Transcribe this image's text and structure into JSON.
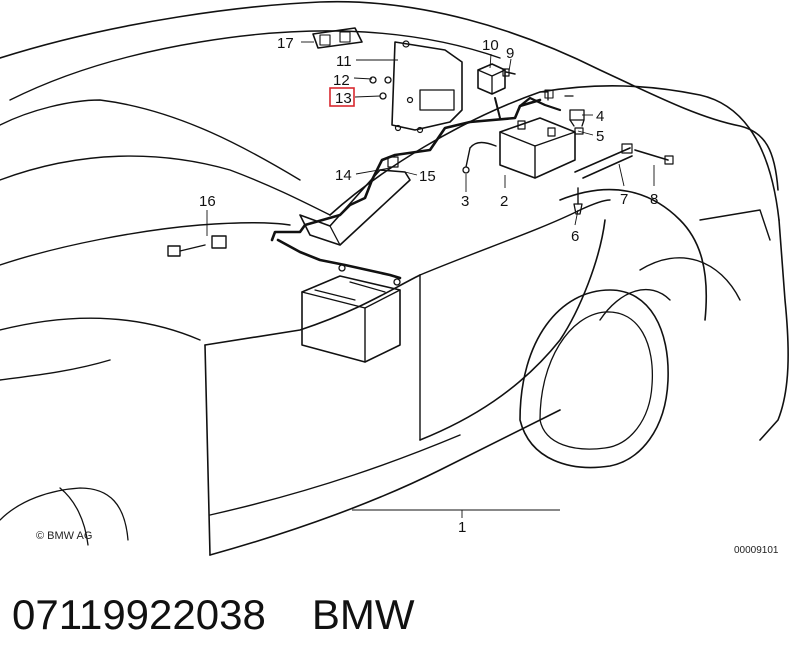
{
  "diagram": {
    "callouts": [
      "1",
      "2",
      "3",
      "4",
      "5",
      "6",
      "7",
      "8",
      "9",
      "10",
      "11",
      "12",
      "13",
      "14",
      "15",
      "16",
      "17"
    ],
    "highlighted_callout": "13",
    "highlight_color": "#d9282f",
    "copyright": "© BMW AG",
    "diagram_number": "00009101"
  },
  "footer": {
    "part_number": "07119922038",
    "brand": "BMW"
  }
}
